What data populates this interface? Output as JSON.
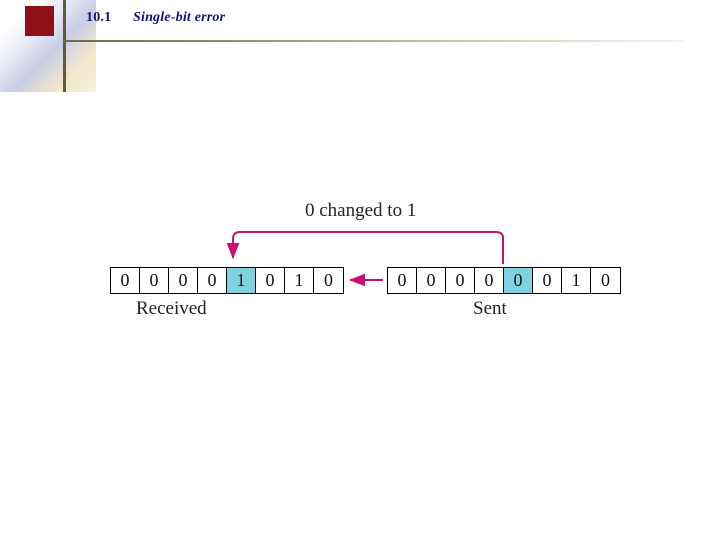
{
  "slide": {
    "header": {
      "number": "10.1",
      "title": "Single-bit error"
    },
    "decoration": {
      "red_square_color": "#8f1019",
      "rule_color": "#6b6b45",
      "title_color": "#111080"
    }
  },
  "figure": {
    "annotation": "0 changed to 1",
    "highlight_color": "#7fd3e0",
    "arrow_color": "#c8106e",
    "received": {
      "label": "Received",
      "bits": [
        "0",
        "0",
        "0",
        "0",
        "1",
        "0",
        "1",
        "0"
      ],
      "changed_index": 4
    },
    "sent": {
      "label": "Sent",
      "bits": [
        "0",
        "0",
        "0",
        "0",
        "0",
        "0",
        "1",
        "0"
      ],
      "changed_index": 4
    }
  }
}
